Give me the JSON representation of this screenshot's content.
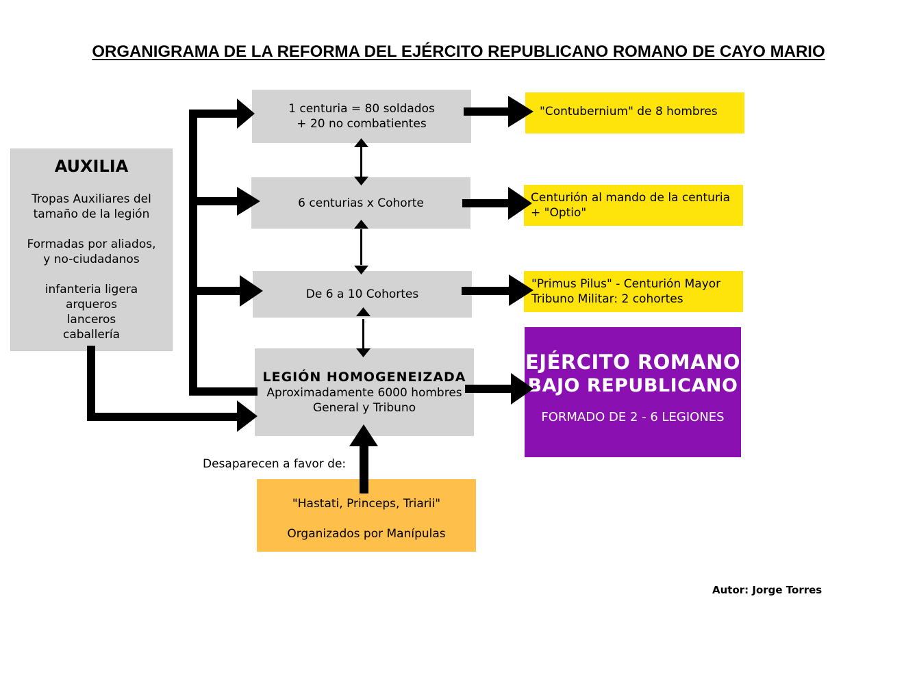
{
  "title": "ORGANIGRAMA DE LA REFORMA DEL EJÉRCITO REPUBLICANO ROMANO DE CAYO MARIO",
  "auxilia": {
    "heading": "AUXILIA",
    "line1": "Tropas Auxiliares del",
    "line2": "tamaño de la legión",
    "line3": "Formadas por aliados,",
    "line4": "y no-ciudadanos",
    "line5": "infanteria ligera",
    "line6": "arqueros",
    "line7": "lanceros",
    "line8": "caballería"
  },
  "center": {
    "centuria_l1": "1 centuria = 80 soldados",
    "centuria_l2": "+ 20 no combatientes",
    "cohorte": "6 centurias x Cohorte",
    "cohortes": "De 6 a 10 Cohortes",
    "legion_heading": "LEGIÓN HOMOGENEIZADA",
    "legion_l1": "Aproximadamente 6000 hombres",
    "legion_l2": "General y Tribuno"
  },
  "right": {
    "contubernium": "\"Contubernium\" de 8 hombres",
    "centurion_l1": "Centurión al mando de la centuria",
    "centurion_l2": "+ \"Optio\"",
    "primus_l1": "\"Primus Pilus\" - Centurión Mayor",
    "primus_l2": "Tribuno Militar: 2 cohortes",
    "army_l1": "EJÉRCITO ROMANO",
    "army_l2": "BAJO REPUBLICANO",
    "army_l3": "FORMADO DE 2 - 6 LEGIONES"
  },
  "bottom": {
    "label": "Desaparecen a favor de:",
    "old_l1": "\"Hastati, Princeps, Triarii\"",
    "old_l2": "Organizados por Manípulas"
  },
  "author": "Autor: Jorge Torres",
  "colors": {
    "gray": "#d3d3d3",
    "yellow": "#ffe40c",
    "orange": "#ffc04b",
    "purple": "#8a10b2",
    "arrow": "#000000"
  }
}
